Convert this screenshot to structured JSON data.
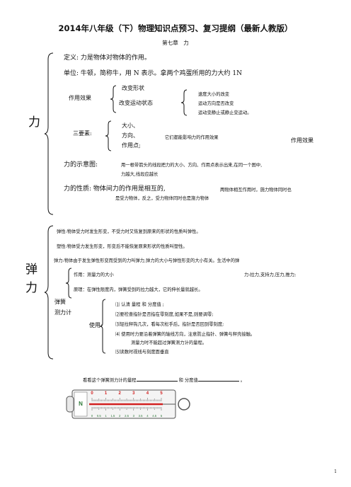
{
  "title": "2014年八年级（下）物理知识点预习、复习提纲（最新人教版）",
  "chapter": "第七章　力",
  "force": {
    "heading": "力",
    "def_label": "定义:",
    "def_text": "力是物体对物体的作用。",
    "unit_label": "单位:",
    "unit_text": "牛顿，简称牛，用 N 表示。拿两个鸡蛋所用的力大约 1N",
    "effect_label": "作用效果",
    "effect_shape": "改变形状",
    "effect_motion": "改变运动状态",
    "motion_speed": "速度大小的改变",
    "motion_dir": "运动方向是否改变",
    "motion_rest": "运动变静止或静止变运动。",
    "elements_label": "三要素:",
    "elem_size": "大小、",
    "elem_dir": "方向、",
    "elem_point": "作用点;",
    "elem_note": "它们都能影响力的作用效果",
    "elem_right": "作用效果",
    "diagram_label": "力的示意图:",
    "diagram_text1": "用一根带箭头的线段把力的大小、方向、作用点表示出来,在同一个图中,",
    "diagram_text2": "力越大,线段应越长",
    "nature_label": "力的性质:",
    "nature_text": "物体间力的作用是相互的,",
    "nature_small1": "两物体相互作用时，施力物体同时也",
    "nature_small2": "是受力物体，反之，受力物体同时也是施力物体"
  },
  "elastic": {
    "heading_1": "弹",
    "heading_2": "力",
    "elasticity": "弹性:物体受力时发生形变，不受力时又恢复到原来的形状的性质叫弹性。",
    "plasticity": "塑性:物体受力发生形变，形变后不能恢复原来形状的性质叫塑性。",
    "elastic_force": "弹力:物体由于发生弹性形变而受到的力叫弹力,弹力的大小与弹性形变的大小有关。生活中的弹",
    "scale_label_1": "弹簧",
    "scale_label_2": "测力计",
    "func": "作用：测量力的大小",
    "func_right": "力:拉力,支持力,压力,推力;",
    "principle": "原理：在弹性限度内，弹簧受到的拉力越大，它的伸长量就越长。",
    "use_label": "使用:",
    "use_1": "⑴ 认清 量程 和 分度值 ;",
    "use_2": "⑵要检查指针是否指在零刻度,如果不是,则要调零;",
    "use_3": "⑶轻拉秤钩几次，看每次松手后，指针是否回到零刻度;",
    "use_4": "⑷ 使用时力要沿着弹簧的轴线方向，注意防止指针、弹簧与秤壳接触。",
    "use_4b": "测量力时不能超过弹簧测力计的量程。",
    "use_5": "⑸读数时视线与刻度面垂直",
    "question": "看看这个弹簧测力计的量程",
    "question_and": "和 分度值",
    "question_end": "。",
    "scale_top_numbers": [
      "0",
      "1",
      "2",
      "3",
      "4",
      "5"
    ],
    "scale_bottom_numbers": [
      "0",
      "0.5",
      "1",
      "1.5",
      "2",
      "2.5",
      "3",
      "3.5",
      "4",
      "4.5",
      "5"
    ],
    "scale_unit": "N"
  },
  "page_number": "1",
  "colors": {
    "text": "#111111",
    "scale_red": "#d22020",
    "scale_green": "#2f7a3a"
  }
}
